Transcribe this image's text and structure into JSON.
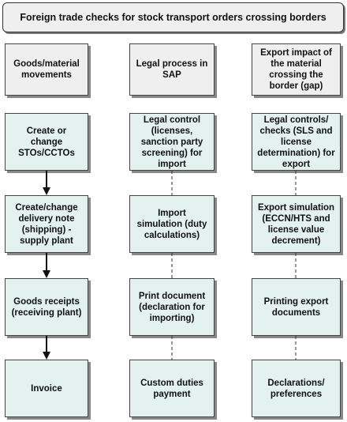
{
  "title": "Foreign trade checks for stock transport orders crossing borders",
  "columns": [
    {
      "header": "Goods/material movements",
      "steps": [
        "Create or change STOs/CCTOs",
        "Create/change delivery note (shipping) - supply plant",
        "Goods receipts (receiving plant)",
        "Invoice"
      ]
    },
    {
      "header": "Legal process in SAP",
      "steps": [
        "Legal control (licenses, sanction party screening) for import",
        "Import simulation (duty calculations)",
        "Print document (declaration for importing)",
        "Custom duties payment"
      ]
    },
    {
      "header": "Export impact of the material crossing the border (gap)",
      "steps": [
        "Legal controls/ checks (SLS and license determination) for export",
        "Export simulation (ECCN/HTS and license value decrement)",
        "Printing export documents",
        "Declarations/ preferences"
      ]
    }
  ]
}
